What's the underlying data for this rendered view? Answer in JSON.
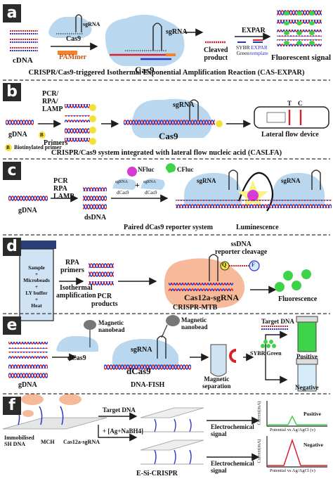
{
  "panels": {
    "a": {
      "letter": "a",
      "labels": {
        "cdna": "cDNA",
        "cas9_small": "Cas9",
        "sgrna_small": "sgRNA",
        "pammer": "PAMmer",
        "sgrna_big": "sgRNA",
        "cas9_big": "Cas9",
        "cleaved_product": "Cleaved\nproduct",
        "expar": "EXPAR",
        "sybr_green": "SYBR\nGreen",
        "expar_template": "EXPAR\ntemplate",
        "fluorescent_signal": "Fluorescent signal"
      },
      "caption": "CRISPR/Cas9-triggered Isothermal Exponential Amplification Reaction (CAS-EXPAR)"
    },
    "b": {
      "letter": "b",
      "labels": {
        "pcr": "PCR/\nRPA/\nLAMP",
        "gdna": "gDNA",
        "primers": "Primers",
        "biotinylated_primer": "Biotinylated primer",
        "sgrna": "sgRNA",
        "cas9": "Cas9",
        "t_line": "T",
        "c_line": "C",
        "lateral_flow_device": "Lateral flow device",
        "b_badge": "B"
      },
      "caption": "CRISPR/Cas9 system integrated with lateral flow nucleic acid (CASLFA)"
    },
    "c": {
      "letter": "c",
      "labels": {
        "gdna": "gDNA",
        "pcr_rpa_lamp": "PCR\nRPA\nLAMP",
        "dsdna": "dsDNA",
        "nfluc": "NFluc",
        "cfluc": "CFluc",
        "sgrna_left": "sgRNA",
        "sgrna_right": "sgRNA",
        "dcas9_left": "dCas9",
        "dcas9_right": "dCas9",
        "plus": "+",
        "paired_reporter": "Paired dCas9 reporter system",
        "sgrna_big_left": "sgRNA",
        "sgrna_big_right": "sgRNA",
        "luminescence": "Luminescence"
      }
    },
    "d": {
      "letter": "d",
      "labels": {
        "tube_text": "Sample\n+\nMicrobeads\n+\nLY buffer\n+\nHeat",
        "rpa_primers": "RPA\nprimers",
        "isothermal": "Isothermal\namplification",
        "pcr_products": "PCR\nproducts",
        "ssdna_cleavage": "ssDNA\nreporter cleavage",
        "q": "Q",
        "f": "F",
        "cas12a_sgrna": "Cas12a-sgRNA",
        "crispr_mtb": "CRISPR-MTB",
        "fluorescence": "Fluorescence"
      }
    },
    "e": {
      "letter": "e",
      "labels": {
        "gdna": "gDNA",
        "magnetic_nanobead_1": "Magnetic\nnanobead",
        "magnetic_nanobead_2": "Magnetic\nnanobead",
        "dcas9_small": "dCas9",
        "sgrna": "sgRNA",
        "dcas9_big": "dCas9",
        "dna_fish": "DNA-FISH",
        "magnetic_separation": "Magnetic\nseparation",
        "target_dna": "Target DNA",
        "sybr_green": "SYBR Green",
        "positive": "Positive",
        "negative": "Negative"
      }
    },
    "f": {
      "letter": "f",
      "labels": {
        "target_dna": "Target DNA",
        "ag_nabh4": "+ [Ag+NaBH4]",
        "electrochemical_1": "Electrochemical\nsignal",
        "electrochemical_2": "Electrochemical\nsignal",
        "immobilised": "Immobilised\nSH DNA",
        "mch": "MCH",
        "cas12a_sgrna": "Cas12a-sgRNA",
        "esi_crispr": "E-Si-CRISPR",
        "current_top": "Current(mA)",
        "current_bottom": "Current(mA)",
        "positive": "Positive",
        "negative": "Negative",
        "potential_top": "Potential vs Ag/AgCl (v)",
        "potential_bottom": "Potential vs Ag/AgCl (v)"
      }
    }
  },
  "colors": {
    "dna_red": "#d8222a",
    "dna_blue": "#2b36c8",
    "cas_blue": "#b9d7ee",
    "cas12_peach": "#f6b99a",
    "green_dot": "#3fd34a",
    "arrow": "#1e1e1e",
    "separator": "#333333",
    "panel_bg": "#2b2b2b"
  }
}
